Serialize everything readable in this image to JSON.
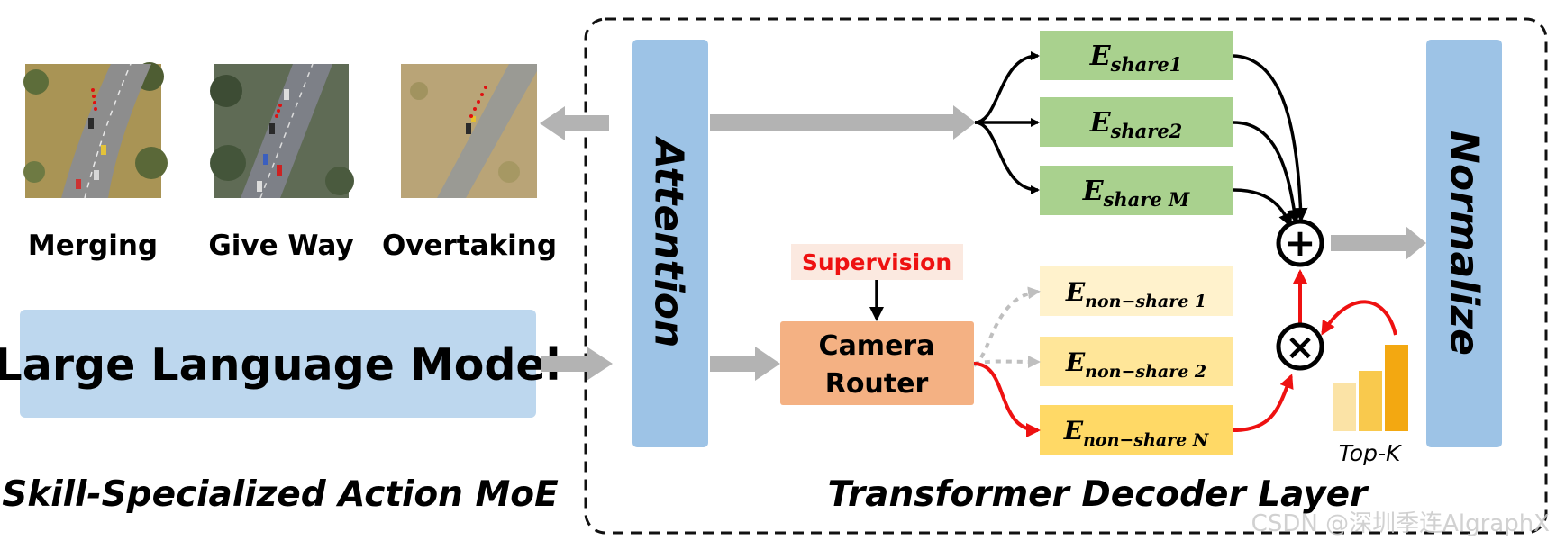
{
  "thumbnails": [
    {
      "label": "Merging",
      "colors": {
        "ground": "#a99455",
        "road": "#8d8d8d"
      }
    },
    {
      "label": "Give Way",
      "colors": {
        "ground": "#5f6b55",
        "road": "#7d8087"
      }
    },
    {
      "label": "Overtaking",
      "colors": {
        "ground": "#b9a477",
        "road": "#9a9a94"
      }
    }
  ],
  "llm_label": "Large Language Model",
  "attention_label": "Attention",
  "normalize_label": "Normalize",
  "supervision_label": "Supervision",
  "router_label": [
    "Camera",
    "Router"
  ],
  "shared_experts": [
    {
      "base": "E",
      "sub": "share1"
    },
    {
      "base": "E",
      "sub": "share2"
    },
    {
      "base": "E",
      "sub": "share M"
    }
  ],
  "nonshared_experts": [
    {
      "base": "E",
      "sub": "non−share 1"
    },
    {
      "base": "E",
      "sub": "non−share 2"
    },
    {
      "base": "E",
      "sub": "non−share N"
    }
  ],
  "sum_symbol": "+",
  "product_symbol": "×",
  "topk_label": "Top-K",
  "bottom_left_title": "Skill-Specialized Action MoE",
  "bottom_right_title": "Transformer Decoder Layer",
  "watermark": "CSDN @深圳季连AlgraphX",
  "colors": {
    "blue_bar": "#9dc3e6",
    "llm_box": "#bdd7ee",
    "router": "#f4b183",
    "shared": "#a9d18e",
    "nonshared_light": "#fff2cc",
    "nonshared_mid": "#ffe699",
    "nonshared_dark": "#ffd966",
    "arrow_gray": "#b3b3b3",
    "red": "#ee1111",
    "topk_bars": [
      "#fbe3a6",
      "#f9c94d",
      "#f3a811"
    ]
  }
}
